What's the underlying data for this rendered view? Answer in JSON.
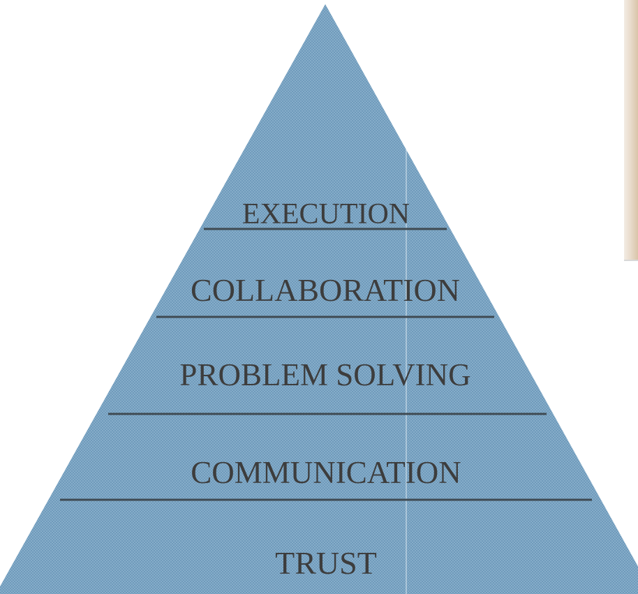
{
  "diagram": {
    "type": "pyramid",
    "fill_color": "#7fa7c4",
    "pattern_color": "#5f89aa",
    "divider_color": "#3f4a52",
    "text_color": "#3d3d3d",
    "layers": [
      {
        "label": "EXECUTION"
      },
      {
        "label": "COLLABORATION"
      },
      {
        "label": "PROBLEM SOLVING"
      },
      {
        "label": "COMMUNICATION"
      },
      {
        "label": "TRUST"
      }
    ]
  },
  "side_image": {
    "description_icon": "photo-fragment"
  }
}
